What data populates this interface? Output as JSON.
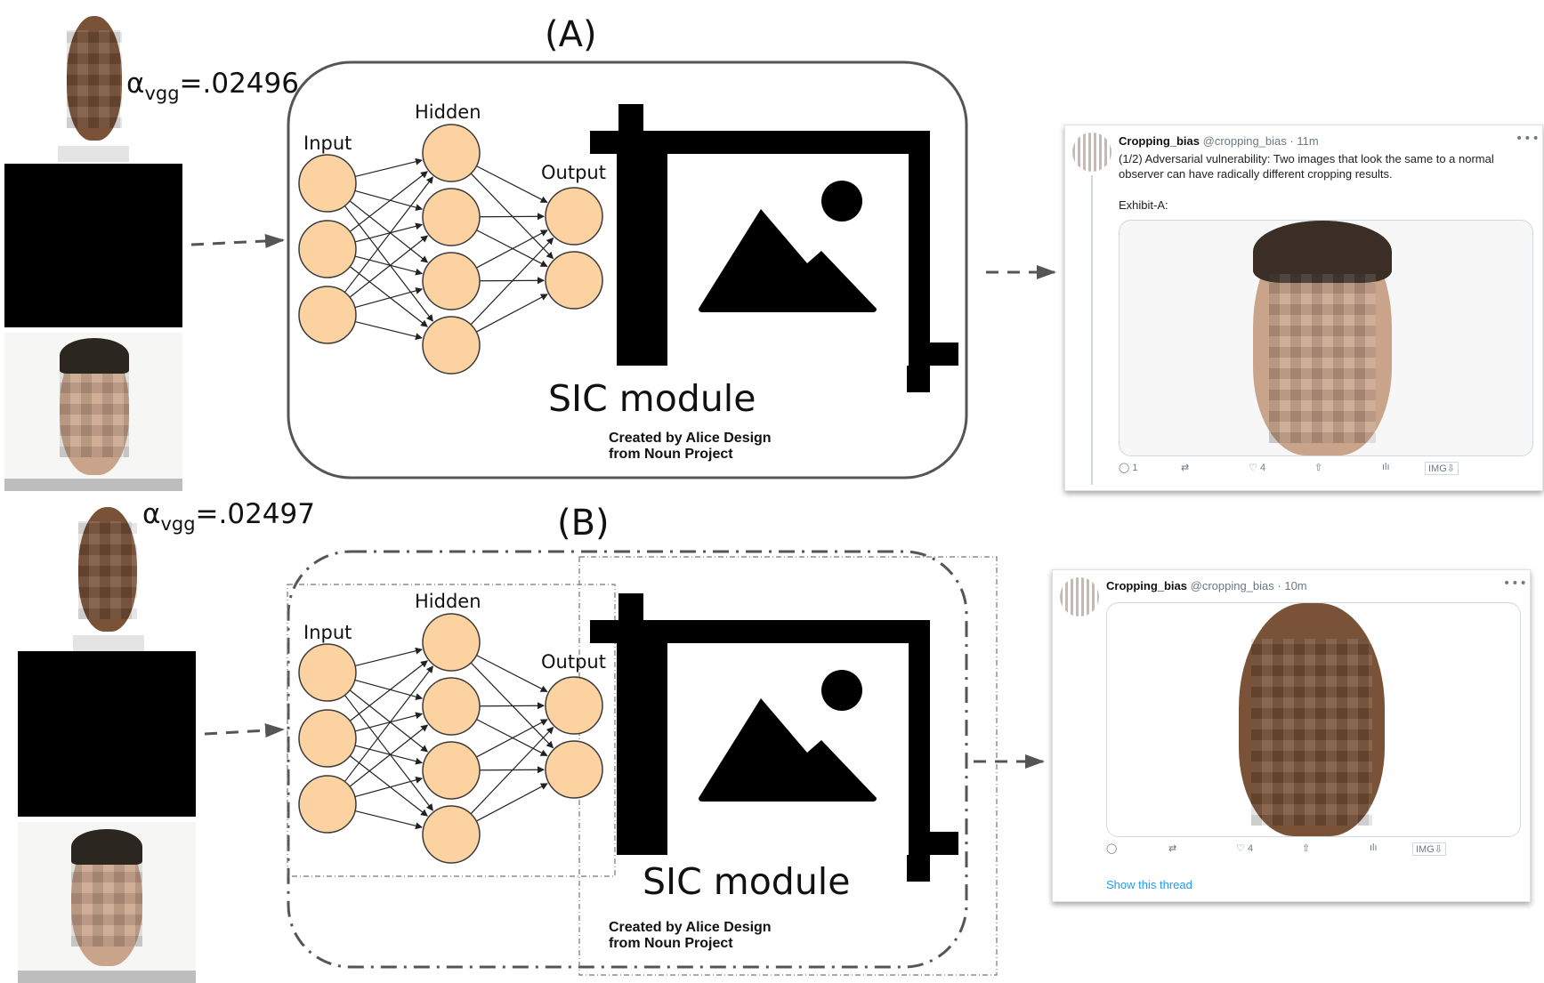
{
  "panels": {
    "a": {
      "label": "(A)",
      "alpha": {
        "symbol": "α",
        "subscript": "vgg",
        "value": "=.02496"
      },
      "network": {
        "input_label": "Input",
        "hidden_label": "Hidden",
        "output_label": "Output"
      },
      "module_title": "SIC module",
      "credit_line1": "Created by Alice Design",
      "credit_line2": "from Noun Project"
    },
    "b": {
      "label": "(B)",
      "alpha": {
        "symbol": "α",
        "subscript": "vgg",
        "value": "=.02497"
      },
      "network": {
        "input_label": "Input",
        "hidden_label": "Hidden",
        "output_label": "Output"
      },
      "module_title": "SIC module",
      "credit_line1": "Created by Alice Design",
      "credit_line2": "from Noun Project"
    }
  },
  "tweets": {
    "a": {
      "name": "Cropping_bias",
      "handle": "@cropping_bias · 11m",
      "menu": "•••",
      "text": "(1/2) Adversarial vulnerability: Two images that look the same to a normal observer can have radically different cropping results.",
      "exhibit": "Exhibit-A:",
      "replies": "1",
      "likes": "4",
      "img_label": "IMG⇩"
    },
    "b": {
      "name": "Cropping_bias",
      "handle": "@cropping_bias · 10m",
      "menu": "•••",
      "likes": "4",
      "img_label": "IMG⇩",
      "show_thread": "Show this thread"
    }
  },
  "colors": {
    "neuron_fill": "#fcd2a0",
    "neuron_stroke": "#3a3a3a",
    "arrow": "#555555",
    "link": "#1d9bf0",
    "skin_light": "#c9a48b",
    "skin_dark": "#7a5238"
  }
}
